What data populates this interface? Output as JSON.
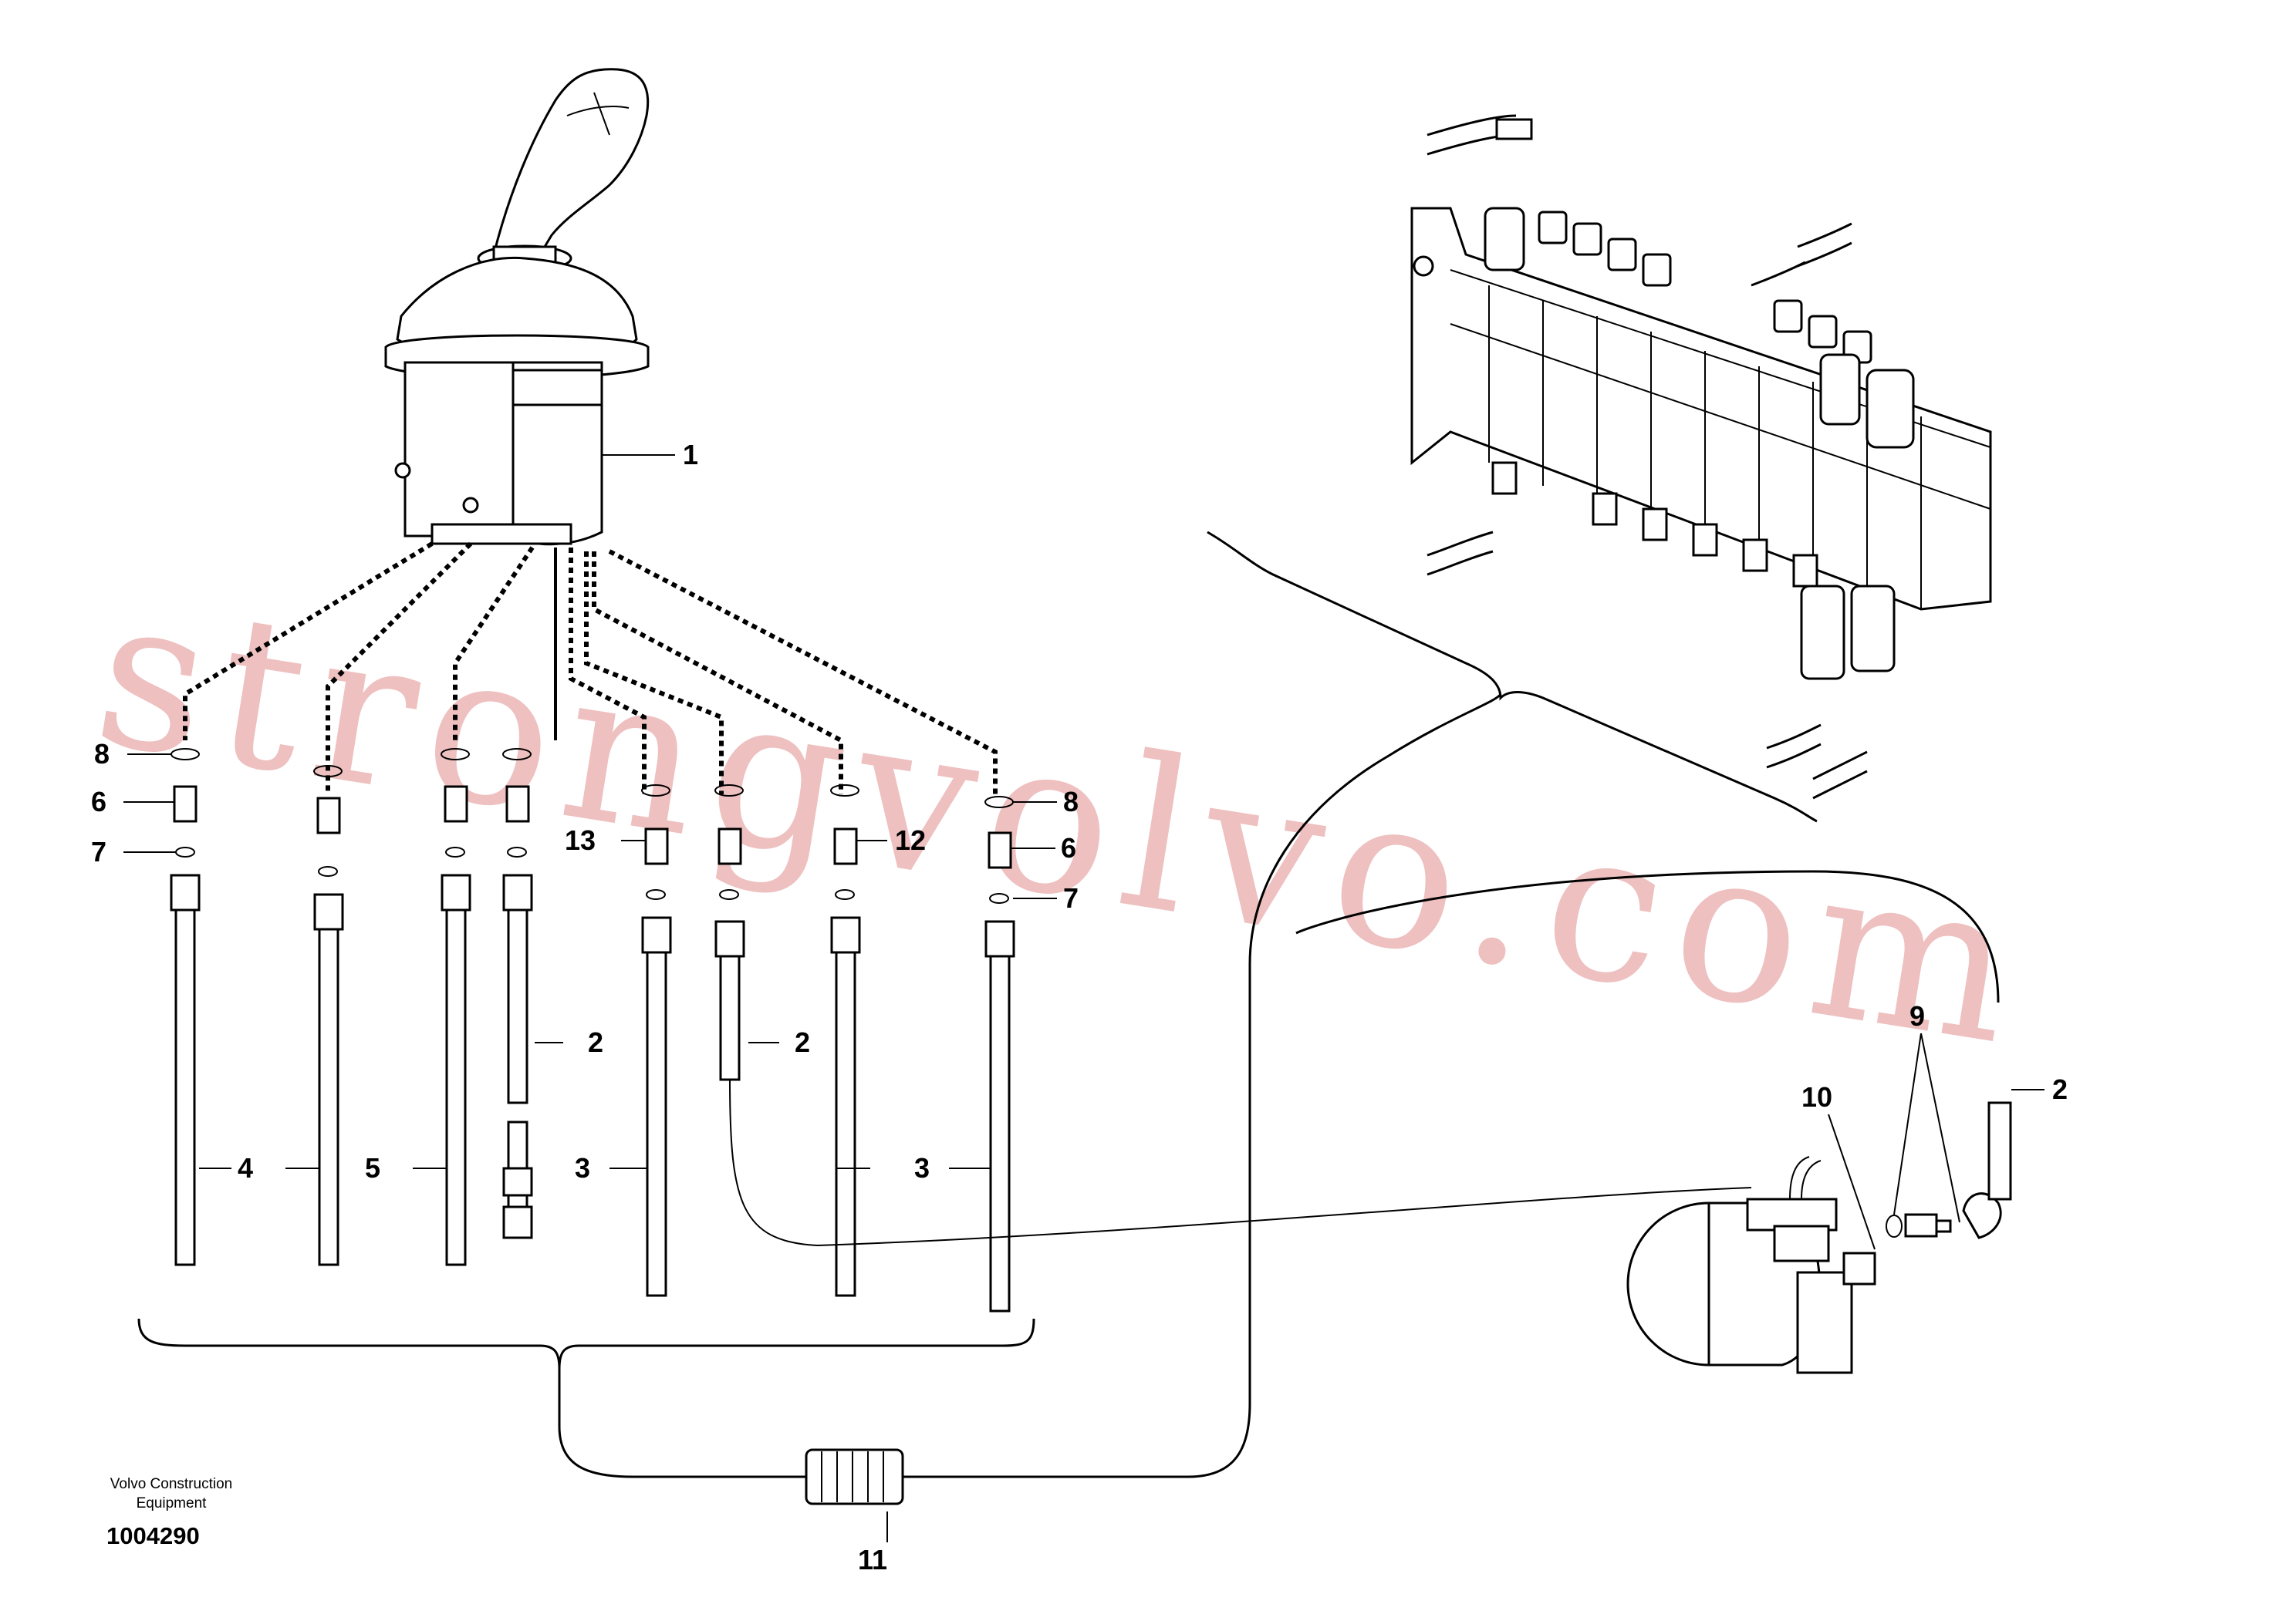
{
  "diagram": {
    "callouts": {
      "c1": "1",
      "c2a": "2",
      "c2b": "2",
      "c2c": "2",
      "c3a": "3",
      "c3b": "3",
      "c4": "4",
      "c5": "5",
      "c6a": "6",
      "c6b": "6",
      "c7a": "7",
      "c7b": "7",
      "c8a": "8",
      "c8b": "8",
      "c9": "9",
      "c10": "10",
      "c11": "11",
      "c12": "12",
      "c13": "13"
    },
    "footer": {
      "company_line1": "Volvo Construction",
      "company_line2": "Equipment",
      "doc_number": "1004290"
    },
    "watermark": "strongvolvo.com"
  }
}
